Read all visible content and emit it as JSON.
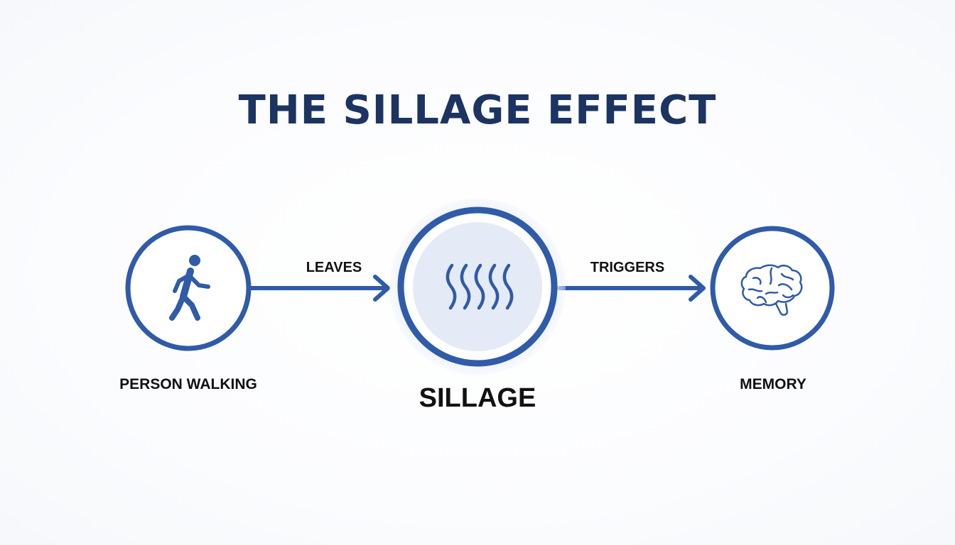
{
  "title": "THE SILLAGE EFFECT",
  "nodes": [
    {
      "id": "person",
      "label": "PERSON WALKING",
      "icon": "person-walking-icon"
    },
    {
      "id": "sillage",
      "label": "SILLAGE",
      "icon": "scent-waves-icon"
    },
    {
      "id": "memory",
      "label": "MEMORY",
      "icon": "brain-icon"
    }
  ],
  "edges": [
    {
      "from": "person",
      "to": "sillage",
      "label": "LEAVES"
    },
    {
      "from": "sillage",
      "to": "memory",
      "label": "TRIGGERS"
    }
  ],
  "colors": {
    "title": "#1c3461",
    "stroke": "#2f5ba8",
    "halo": "#e6edf8",
    "inner_fill": "#e4ebf7",
    "text": "#111111"
  }
}
